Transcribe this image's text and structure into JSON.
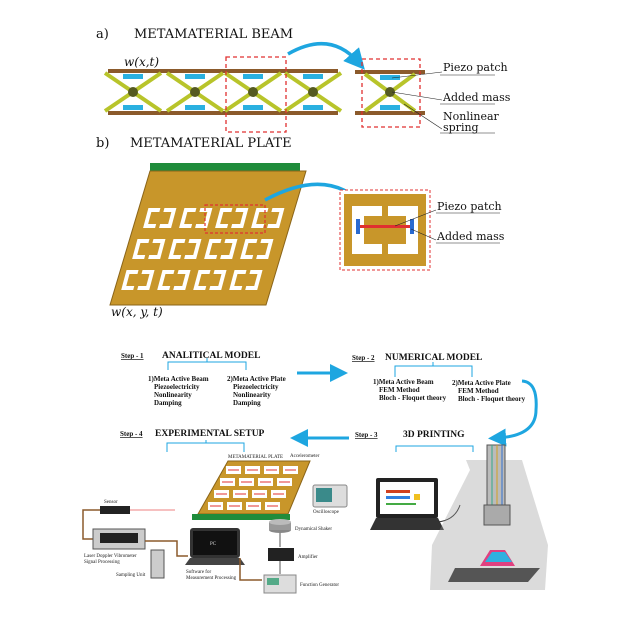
{
  "panel_a": {
    "letter": "a)",
    "title": "METAMATERIAL BEAM",
    "displacement": "w(x,t)",
    "labels": {
      "piezo": "Piezo patch",
      "mass": "Added mass",
      "spring_1": "Nonlinear",
      "spring_2": "spring"
    }
  },
  "panel_b": {
    "letter": "b)",
    "title": "METAMATERIAL PLATE",
    "displacement": "w(x, y, t)",
    "labels": {
      "piezo": "Piezo patch",
      "mass": "Added mass"
    }
  },
  "workflow": {
    "step1": {
      "tag": "Step - 1",
      "title": "ANALITICAL MODEL",
      "beam": [
        "1)Meta Active Beam",
        "Piezoelectricity",
        "Nonlinearity",
        "Damping"
      ],
      "plate": [
        "2)Meta Active Plate",
        "Piezoelectricity",
        "Nonlinearity",
        "Damping"
      ]
    },
    "step2": {
      "tag": "Step - 2",
      "title": "NUMERICAL MODEL",
      "beam": [
        "1)Meta Active Beam",
        "FEM Method",
        "Bloch - Floquet theory"
      ],
      "plate": [
        "2)Meta Active Plate",
        "FEM Method",
        "Bloch - Floquet theory"
      ]
    },
    "step3": {
      "tag": "Step - 3",
      "title": "3D PRINTING"
    },
    "step4": {
      "tag": "Step - 4",
      "title": "EXPERIMENTAL SETUP",
      "devices": {
        "plate": "METAMATERIAL PLATE",
        "accelerometer": "Accelerometer",
        "oscilloscope": "Oscilloscope",
        "sensor": "Sensor",
        "ldv_1": "Laser Doppler Vibrometer",
        "ldv_2": "Signal Processing",
        "sampling": "Sampling Unit",
        "pc": "PC",
        "software_1": "Software for",
        "software_2": "Measurement Processing",
        "shaker": "Dynamical Shaker",
        "amplifier": "Amplifier",
        "generator": "Function Generator"
      }
    }
  },
  "colors": {
    "arrow": "#1ea6e0",
    "plate": "#c8962a",
    "base": "#1f8c3b",
    "rail": "#8b5a2b",
    "spring": "#b8c42a",
    "piezo": "#2ab0e0",
    "dash": "#e03030"
  }
}
